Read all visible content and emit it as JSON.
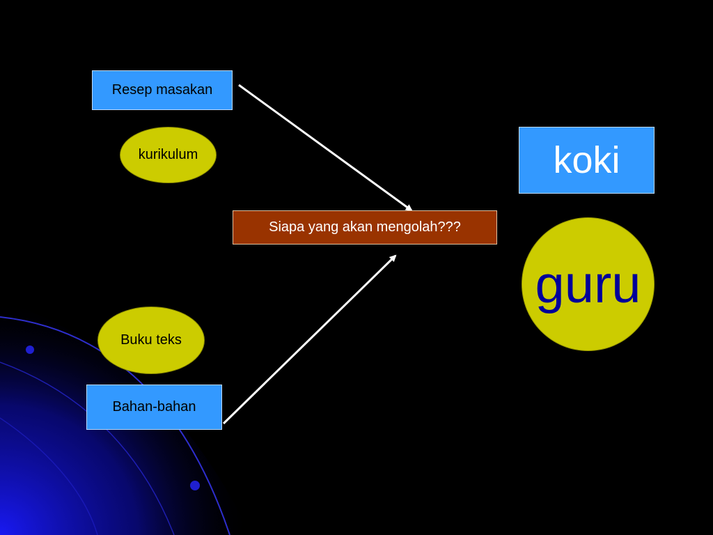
{
  "nodes": {
    "resep": "Resep masakan",
    "kurikulum": "kurikulum",
    "siapa": "Siapa yang akan mengolah???",
    "buku": "Buku teks",
    "bahan": "Bahan-bahan",
    "koki": "koki",
    "guru": "guru"
  },
  "edges": [
    {
      "from": "Resep masakan",
      "to": "Siapa yang akan mengolah???"
    },
    {
      "from": "Bahan-bahan",
      "to": "Siapa yang akan mengolah???"
    }
  ],
  "colors": {
    "background": "#000000",
    "box_blue": "#3399ff",
    "ellipse_olive": "#cccc00",
    "box_brown": "#993300",
    "guru_text": "#000099",
    "arrow": "#ffffff",
    "decor_blue": "#1a1aff"
  }
}
